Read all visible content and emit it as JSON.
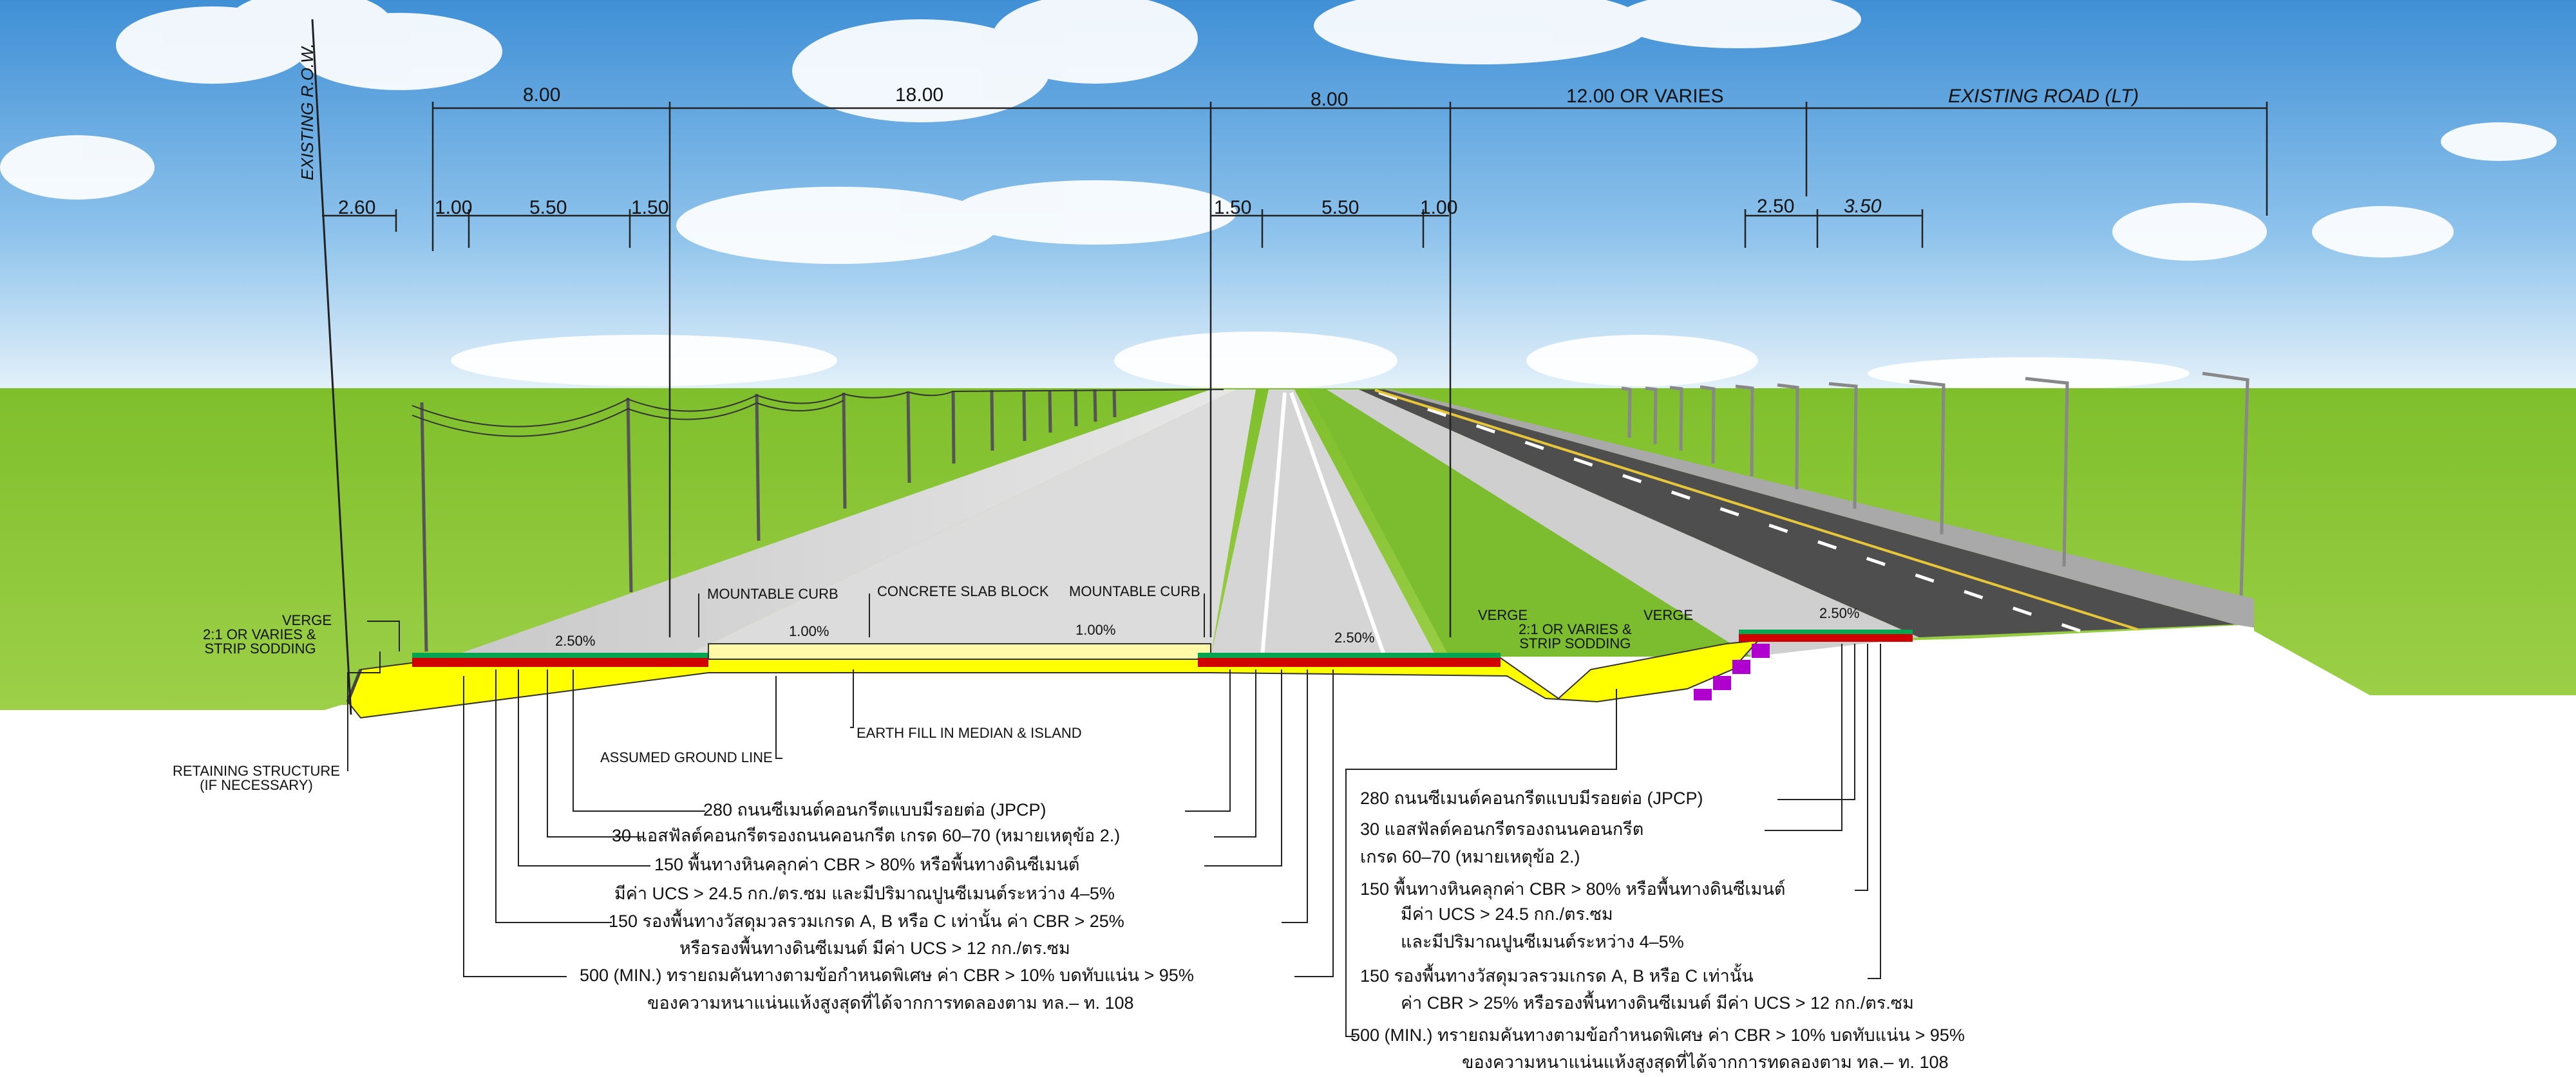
{
  "drawing": {
    "row_label": "EXISTING R.O.W.",
    "top_dims": [
      "8.00",
      "18.00",
      "8.00",
      "12.00 OR VARIES",
      "EXISTING ROAD (LT)"
    ],
    "sub_dims_left": [
      "2.60",
      "1.00",
      "5.50",
      "1.50"
    ],
    "sub_dims_mid": [
      "1.50",
      "5.50",
      "1.00"
    ],
    "sub_dims_right": [
      "2.50",
      "3.50"
    ],
    "slopes": [
      "2.50%",
      "1.00%",
      "1.00%",
      "2.50%",
      "2.50%"
    ],
    "labels": {
      "verge_left": "VERGE",
      "slope_left": "2:1 OR VARIES &\nSTRIP SODDING",
      "mountable_curb_left": "MOUNTABLE CURB",
      "concrete_slab_block": "CONCRETE SLAB BLOCK",
      "mountable_curb_right": "MOUNTABLE CURB",
      "verge_mid": "VERGE",
      "slope_mid": "2:1 OR VARIES &\nSTRIP SODDING",
      "verge_right": "VERGE",
      "earth_fill": "EARTH FILL IN MEDIAN & ISLAND",
      "assumed_ground": "ASSUMED GROUND LINE",
      "retaining": "RETAINING STRUCTURE\n(IF NECESSARY)"
    },
    "specs_left": [
      "280  ถนนซีเมนต์คอนกรีตแบบมีรอยต่อ (JPCP)",
      "30  แอสฟัลต์คอนกรีตรองถนนคอนกรีต  เกรด 60–70  (หมายเหตุข้อ 2.)",
      "150  พื้นทางหินคลุกค่า CBR > 80%  หรือพื้นทางดินซีเมนต์",
      "มีค่า UCS > 24.5  กก./ตร.ซม  และมีปริมาณปูนซีเมนต์ระหว่าง 4–5%",
      "150  รองพื้นทางวัสดุมวลรวมเกรด A, B  หรือ C  เท่านั้น  ค่า CBR > 25%",
      "หรือรองพื้นทางดินซีเมนต์  มีค่า UCS > 12  กก./ตร.ซม",
      "500 (MIN.)  ทรายถมคันทางตามข้อกำหนดพิเศษ  ค่า CBR > 10%  บดทับแน่น > 95%",
      "ของความหนาแน่นแห้งสูงสุดที่ได้จากการทดลองตาม  ทล.– ท. 108"
    ],
    "specs_right": [
      "280  ถนนซีเมนต์คอนกรีตแบบมีรอยต่อ (JPCP)",
      "30  แอสฟัลต์คอนกรีตรองถนนคอนกรีต",
      "เกรด 60–70  (หมายเหตุข้อ 2.)",
      "150  พื้นทางหินคลุกค่า CBR > 80%  หรือพื้นทางดินซีเมนต์",
      "มีค่า UCS > 24.5  กก./ตร.ซม",
      "และมีปริมาณปูนซีเมนต์ระหว่าง 4–5%",
      "150  รองพื้นทางวัสดุมวลรวมเกรด A, B  หรือ C  เท่านั้น",
      "ค่า CBR > 25%  หรือรองพื้นทางดินซีเมนต์  มีค่า UCS > 12  กก./ตร.ซม",
      "500  (MIN.)  ทรายถมคันทางตามข้อกำหนดพิเศษ  ค่า CBR > 10%  บดทับแน่น > 95%",
      "ของความหนาแน่นแห้งสูงสุดที่ได้จากการทดลองตาม  ทล.– ท. 108"
    ],
    "colors": {
      "sky_top": "#3f8fd6",
      "sky_bottom": "#d9ecf8",
      "grass": "#8cc63f",
      "embankment": "#ffff00",
      "pavement": "#d9d9d9",
      "asphalt": "#505050",
      "base_red": "#d00000",
      "curb_green": "#00a650",
      "retaining_purple": "#b000d0"
    }
  }
}
